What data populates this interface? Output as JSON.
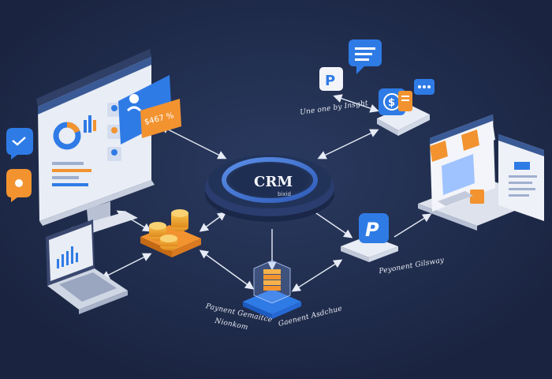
{
  "hub": {
    "title": "CRM",
    "subtitle": "bixid"
  },
  "monitor_badge": "$467 %",
  "labels": {
    "top_right": "Une one by Insght",
    "payment_gateway": "Peyonent Gilsway",
    "payment_generate_line1": "Paynent Gemaitce",
    "payment_generate_line2": "Nionkom",
    "payment_archive": "Gaenent Asdchue"
  },
  "icons": {
    "payment_glyph": "P",
    "dollar_glyph": "$"
  },
  "colors": {
    "background": "#1e2a47",
    "accent_blue": "#2f7be6",
    "accent_orange": "#f29330",
    "panel_white": "#f3f5fa"
  }
}
